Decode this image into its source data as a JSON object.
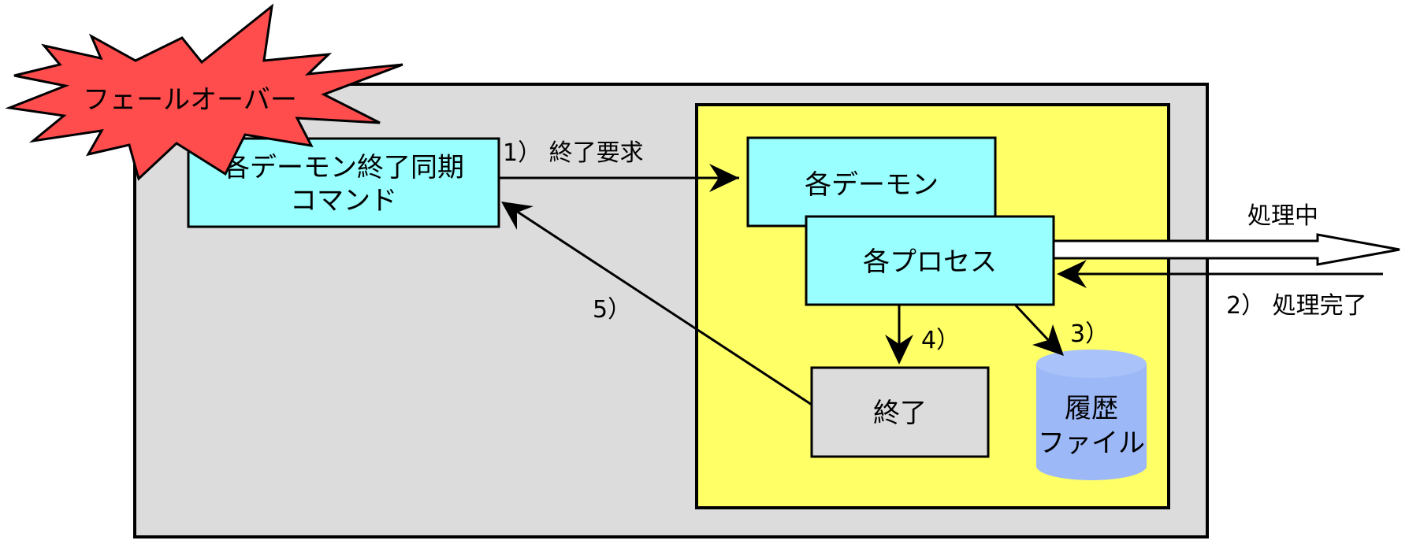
{
  "colors": {
    "outer_bg": "#dcdcdc",
    "inner_bg": "#ffff66",
    "box_cyan": "#99ffff",
    "box_gray": "#dcdcdc",
    "cylinder": "#9db8f7",
    "burst": "#ff4d4d",
    "line": "#000000"
  },
  "burst_label": "フェールオーバー",
  "boxes": {
    "sync_command": {
      "line1": "各デーモン終了同期",
      "line2": "コマンド"
    },
    "daemons": "各デーモン",
    "processes": "各プロセス",
    "end": "終了"
  },
  "storage": {
    "line1": "履歴",
    "line2": "ファイル"
  },
  "steps": {
    "s1": "1） 終了要求",
    "s2": "2） 処理完了",
    "s3": "3）",
    "s4": "4）",
    "s5": "5）"
  },
  "processing_label": "処理中"
}
